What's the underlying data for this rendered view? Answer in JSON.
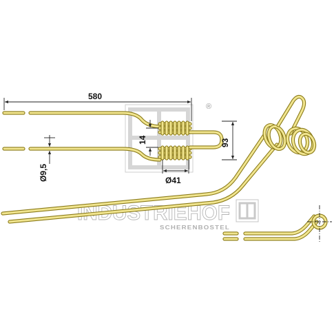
{
  "dimensions": {
    "length": "580",
    "spacing": "14",
    "height": "93",
    "coil_diameter": "Ø41",
    "wire_diameter": "Ø9,5"
  },
  "watermark": {
    "brand": "INDUSTRIEHOF",
    "location": "SCHERENBOSTEL",
    "registered_mark": "®"
  },
  "colors": {
    "wire_fill": "#f1e58f",
    "wire_outline": "#8a7a18",
    "dimension_lines": "#222222",
    "watermark": "#b5b5b5"
  }
}
